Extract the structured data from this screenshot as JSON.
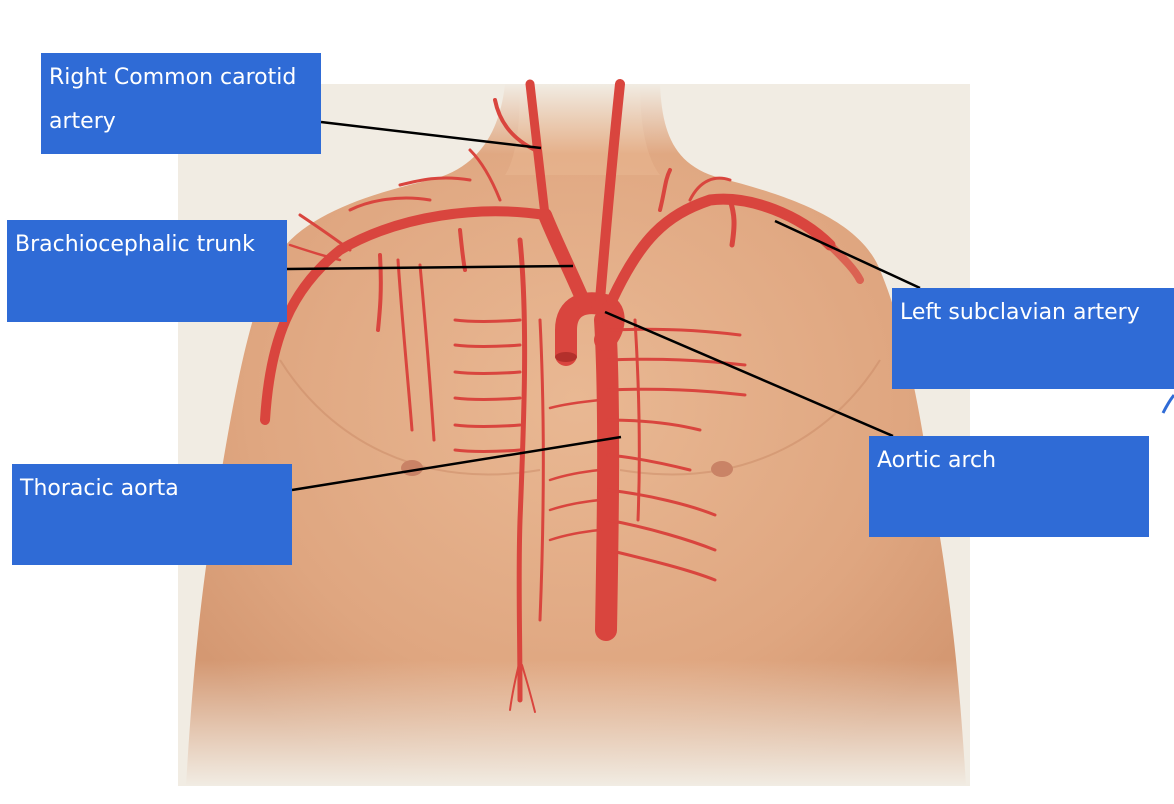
{
  "labels": {
    "right_common_carotid": "Right Common carotid artery",
    "brachiocephalic_trunk": "Brachiocephalic trunk",
    "left_subclavian": "Left subclavian artery",
    "aortic_arch": "Aortic arch",
    "thoracic_aorta": "Thoracic aorta"
  },
  "colors": {
    "label_box": "#2f6bd6",
    "label_text": "#ffffff",
    "leader_line": "#000000",
    "artery": "#d9453e",
    "skin": "#e2ab86",
    "background_panel": "#f1ece3"
  }
}
